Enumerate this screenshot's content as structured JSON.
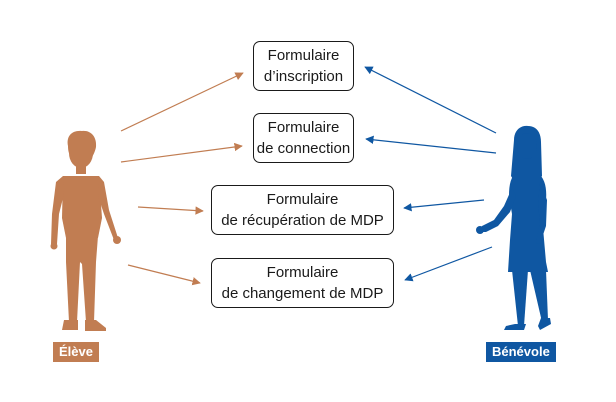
{
  "colors": {
    "eleve": "#c17d52",
    "benevole": "#0f57a2",
    "box_border": "#1a1a1a",
    "text": "#1a1a1a"
  },
  "actors": {
    "eleve": {
      "label": "Élève",
      "icon": "student-figure-icon"
    },
    "benevole": {
      "label": "Bénévole",
      "icon": "volunteer-figure-icon"
    }
  },
  "forms": [
    {
      "line1": "Formulaire",
      "line2": "d’inscription"
    },
    {
      "line1": "Formulaire",
      "line2": "de connection"
    },
    {
      "line1": "Formulaire",
      "line2": "de récupération de MDP"
    },
    {
      "line1": "Formulaire",
      "line2": "de changement de MDP"
    }
  ]
}
